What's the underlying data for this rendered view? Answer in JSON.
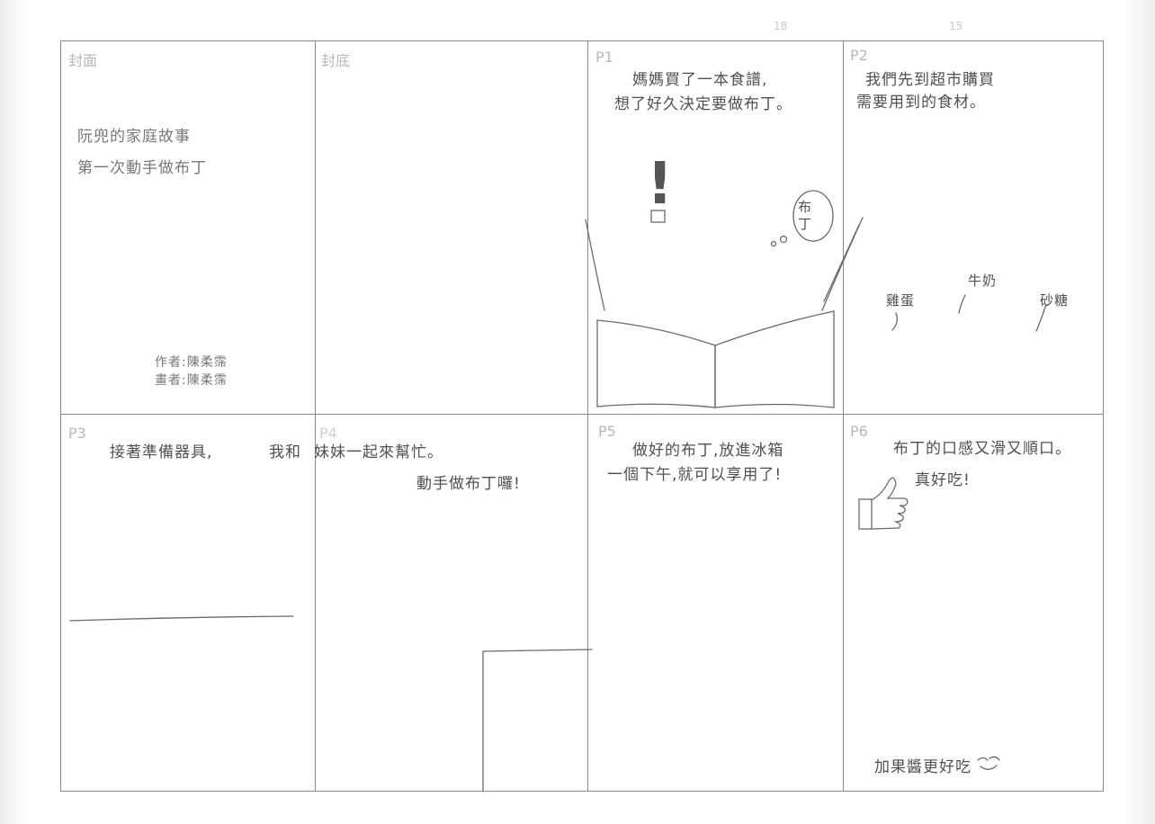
{
  "top_marks": [
    "18",
    "15"
  ],
  "panels": {
    "cover": {
      "label": "封面",
      "title_line1": "阮兜的家庭故事",
      "title_line2": "第一次動手做布丁",
      "author": "作者:陳柔霈",
      "illustrator": "畫者:陳柔霈"
    },
    "back_cover": {
      "label": "封底"
    },
    "p1": {
      "label": "P1",
      "line1": "媽媽買了一本食譜,",
      "line2": "想了好久決定要做布丁。",
      "exclaim": "!",
      "bubble": "布\n丁"
    },
    "p2": {
      "label": "P2",
      "line1": "我們先到超市購買",
      "line2": "需要用到的食材。",
      "item_egg": "雞蛋",
      "item_milk": "牛奶",
      "item_sugar": "砂糖"
    },
    "p3": {
      "label": "P3",
      "line1": "接著準備器具,",
      "line2": "我和"
    },
    "p4": {
      "label": "P4",
      "line1": "妹妹一起來幫忙。",
      "line2": "動手做布丁囉!"
    },
    "p5": {
      "label": "P5",
      "line1": "做好的布丁,放進冰箱",
      "line2": "一個下午,就可以享用了!"
    },
    "p6": {
      "label": "P6",
      "line1": "布丁的口感又滑又順口。",
      "line2": "真好吃!",
      "footer": "加果醬更好吃"
    }
  }
}
